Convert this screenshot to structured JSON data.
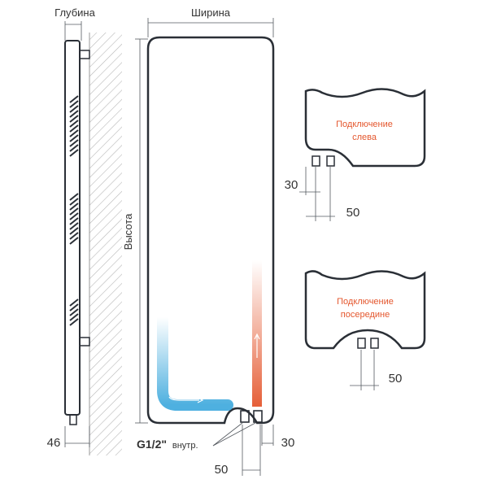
{
  "labels": {
    "depth": "Глубина",
    "width": "Ширина",
    "height": "Высота",
    "depth_value": "46",
    "thread": "G1/2\"",
    "thread_suffix": "внутр.",
    "dim_30_main": "30",
    "dim_50_main": "50",
    "left_connection": [
      "Подключение",
      "слева"
    ],
    "left_dim_30": "30",
    "left_dim_50": "50",
    "middle_connection": [
      "Подключение",
      "посередине"
    ],
    "middle_dim_50": "50"
  },
  "colors": {
    "outline": "#2a2f36",
    "hot": "#e4572e",
    "cold": "#3aa7dc",
    "connection_text": "#e4572e",
    "hatch": "#b8b8b8"
  }
}
